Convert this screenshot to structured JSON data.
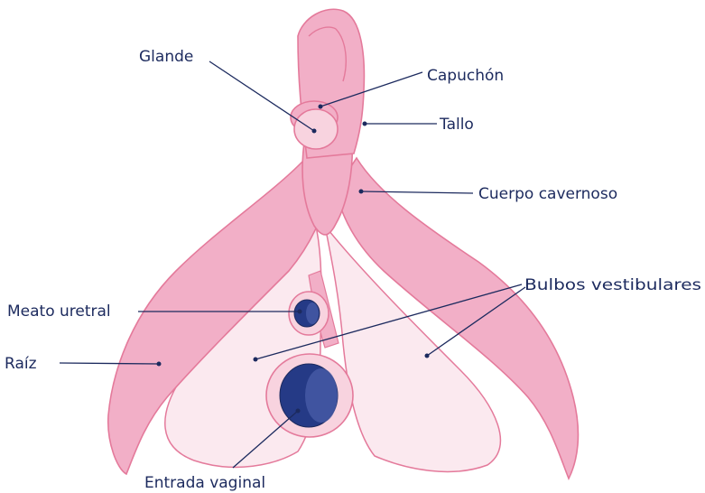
{
  "labels": {
    "glande": "Glande",
    "capuchon": "Capuchón",
    "tallo": "Tallo",
    "cuerpo_cavernoso": "Cuerpo cavernoso",
    "bulbos_vestibulares": "Bulbos vestibulares",
    "meato_uretral": "Meato uretral",
    "raiz": "Raíz",
    "entrada_vaginal": "Entrada vaginal"
  },
  "colors": {
    "body_fill": "#f2afc7",
    "body_stroke": "#e47a9b",
    "bulb_fill": "#fbe9ef",
    "dark_blue": "#253a86",
    "label_text": "#1c2a5e"
  }
}
